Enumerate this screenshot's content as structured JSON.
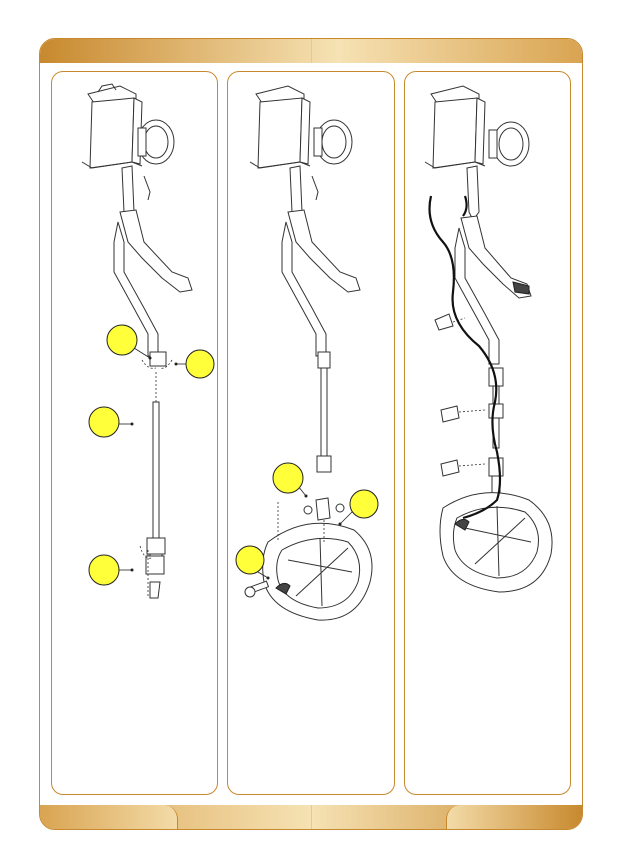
{
  "colors": {
    "frame_border": "#c8892e",
    "band_gold": "#d9a452",
    "callout_fill": "#ffff3a"
  },
  "panels": [
    {
      "id": "assembly-step-1",
      "callouts": [
        {
          "label": ""
        },
        {
          "label": ""
        },
        {
          "label": ""
        },
        {
          "label": ""
        }
      ]
    },
    {
      "id": "assembly-step-2",
      "callouts": [
        {
          "label": ""
        },
        {
          "label": ""
        },
        {
          "label": ""
        }
      ]
    },
    {
      "id": "assembly-step-3",
      "callouts": []
    }
  ]
}
